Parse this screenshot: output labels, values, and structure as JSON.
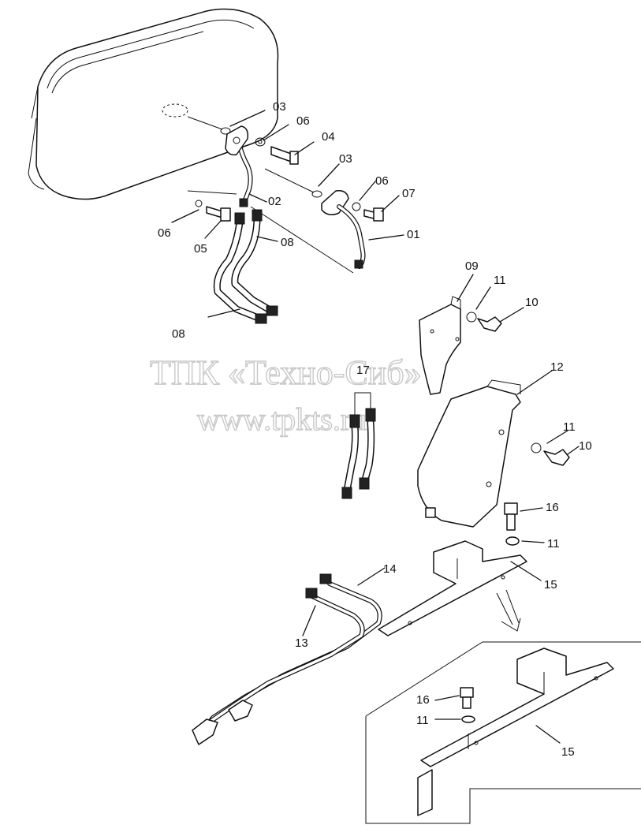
{
  "watermark": {
    "line1": "ТПК «Техно-Сиб»",
    "line2": "www.tpkts.ru"
  },
  "callouts": {
    "c01": "01",
    "c02": "02",
    "c03a": "03",
    "c03b": "03",
    "c04": "04",
    "c05": "05",
    "c06a": "06",
    "c06b": "06",
    "c06c": "06",
    "c07": "07",
    "c08a": "08",
    "c08b": "08",
    "c09": "09",
    "c10a": "10",
    "c10b": "10",
    "c11a": "11",
    "c11b": "11",
    "c11c": "11",
    "c11d": "11",
    "c12": "12",
    "c13": "13",
    "c14": "14",
    "c15a": "15",
    "c15b": "15",
    "c16a": "16",
    "c16b": "16",
    "c17": "17"
  }
}
